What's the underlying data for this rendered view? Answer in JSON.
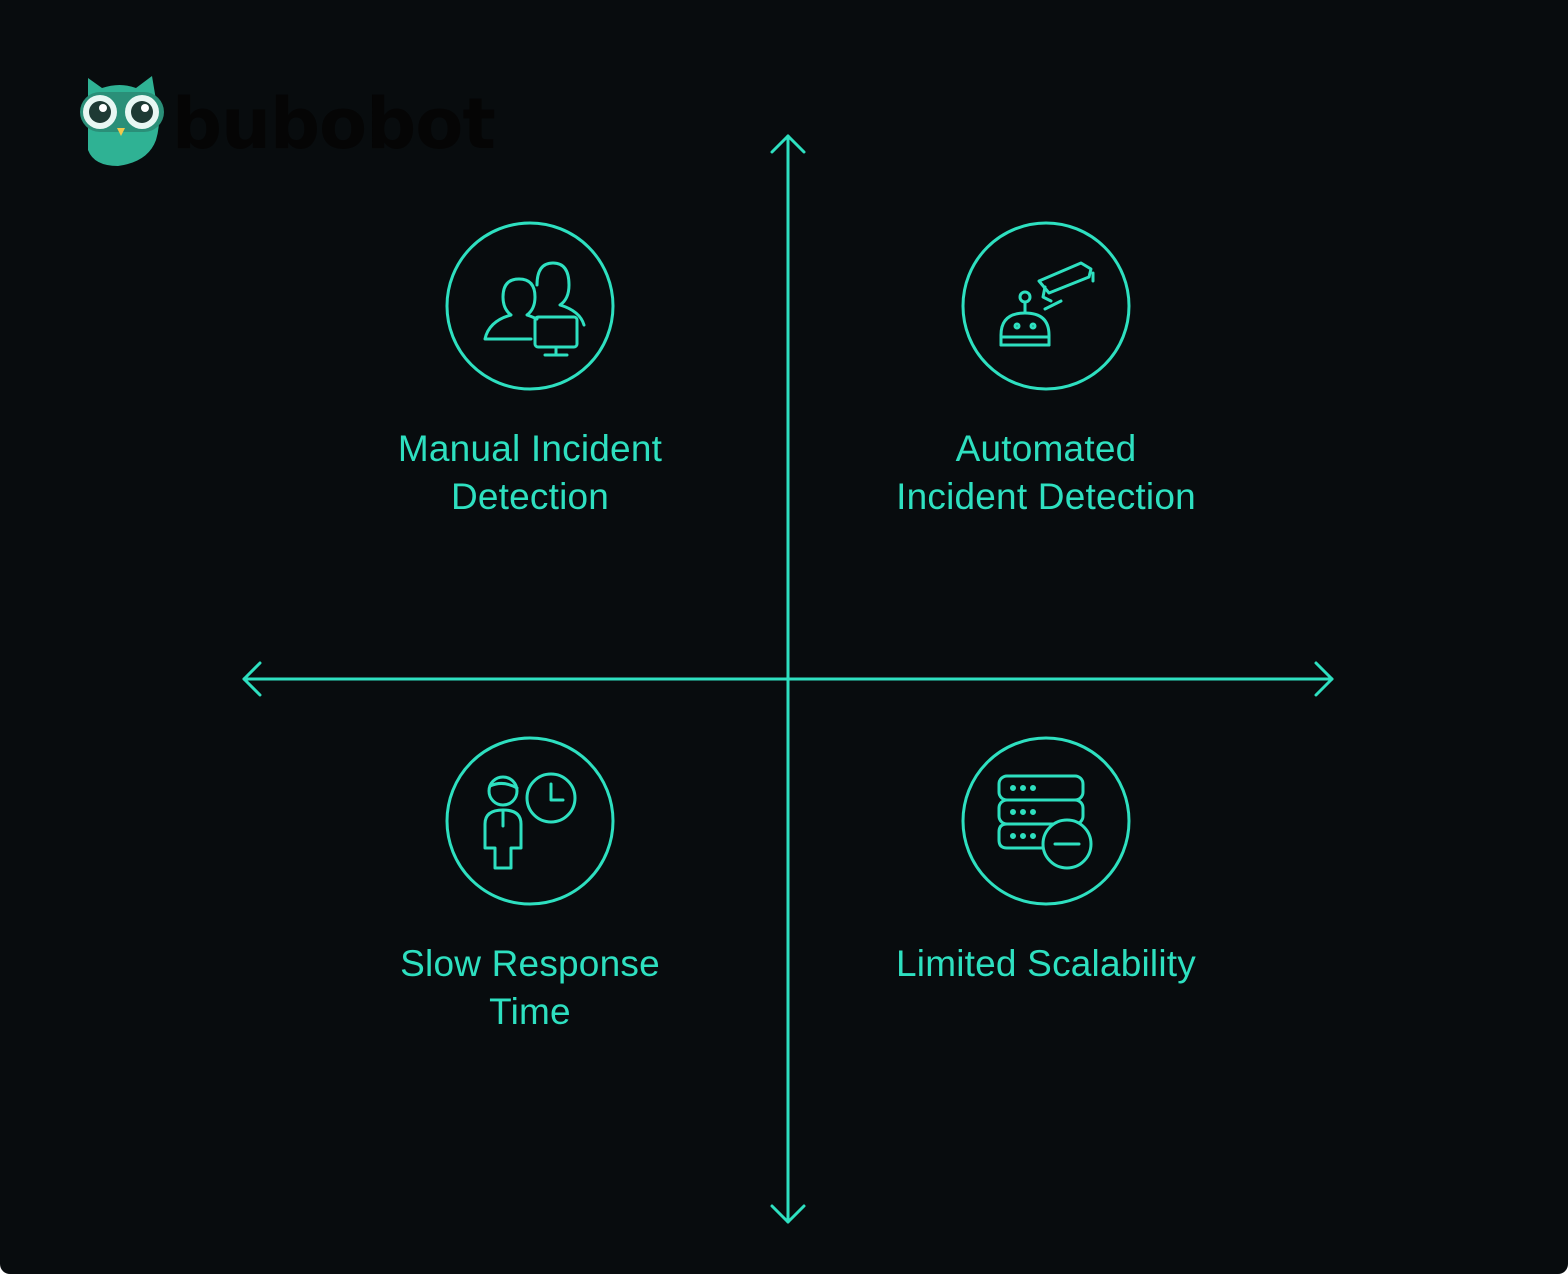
{
  "brand": {
    "name": "bubobot",
    "accent_color": "#2ee0c0",
    "logo_owl_color": "#2fb294",
    "background_color": "#080c0e"
  },
  "quadrants": [
    {
      "position": "top-left",
      "label": "Manual Incident\nDetection",
      "icon": "people-monitor-icon"
    },
    {
      "position": "top-right",
      "label": "Automated\nIncident Detection",
      "icon": "robot-camera-icon"
    },
    {
      "position": "bottom-left",
      "label": "Slow Response\nTime",
      "icon": "person-clock-icon"
    },
    {
      "position": "bottom-right",
      "label": "Limited Scalability",
      "icon": "server-minus-icon"
    }
  ]
}
